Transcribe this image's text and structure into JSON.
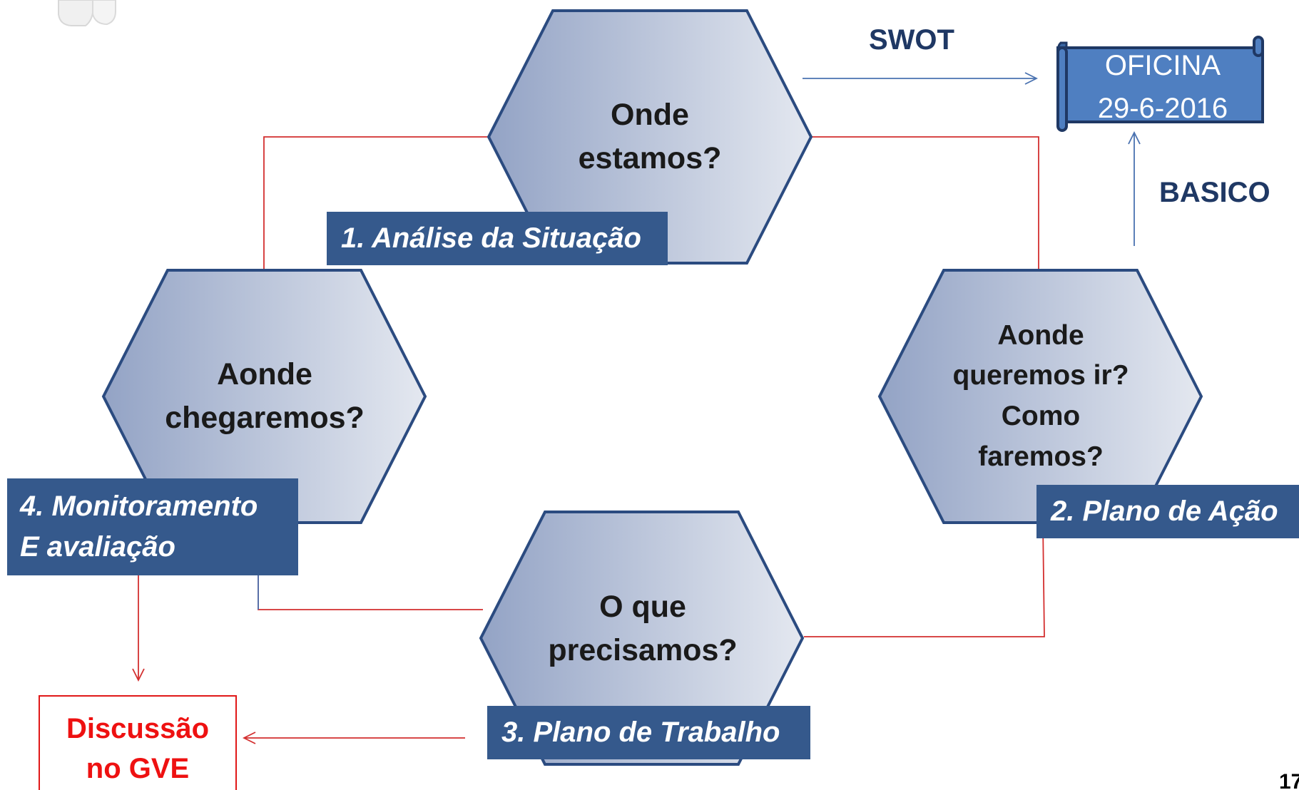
{
  "hexagons": {
    "situacao": {
      "question": [
        "Onde",
        "estamos?"
      ],
      "step_label": "1. Análise da Situação"
    },
    "plano_acao": {
      "question": [
        "Aonde",
        "queremos ir?",
        "Como",
        "faremos?"
      ],
      "step_label": "2. Plano de Ação"
    },
    "plano_trabalho": {
      "question": [
        "O que",
        "precisamos?"
      ],
      "step_label": "3. Plano de Trabalho"
    },
    "monitoramento": {
      "question": [
        "Aonde",
        "chegaremos?"
      ],
      "step_label": [
        "4. Monitoramento",
        "E avaliação"
      ]
    }
  },
  "labels": {
    "swot": "SWOT",
    "basico": "BASICO"
  },
  "oficina": {
    "title": "OFICINA",
    "date": "29-6-2016"
  },
  "discussao": [
    "Discussão",
    "no GVE"
  ],
  "page_number": "17",
  "colors": {
    "hex_fill_dark": "#93a3c5",
    "hex_fill_light": "#e4e8f0",
    "hex_border": "#2b4b80",
    "step_label_bg": "#35598c",
    "connector_red": "#d32f2f",
    "arrow_blue": "#4a72b0",
    "scroll_fill": "#4f7fc1",
    "discussion_red": "#ee1111"
  }
}
